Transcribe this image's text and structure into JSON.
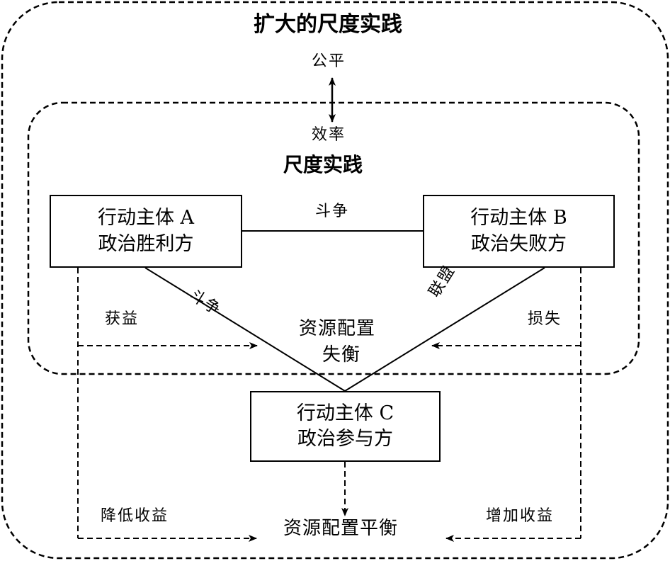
{
  "outer_title": "扩大的尺度实践",
  "inner_title": "尺度实践",
  "fairness": "公平",
  "efficiency": "效率",
  "actor_a": {
    "line1": "行动主体 A",
    "line2": "政治胜利方"
  },
  "actor_b": {
    "line1": "行动主体 B",
    "line2": "政治失败方"
  },
  "actor_c": {
    "line1": "行动主体 C",
    "line2": "政治参与方"
  },
  "struggle_top": "斗争",
  "struggle_diag": "斗争",
  "alliance": "联盟",
  "gain": "获益",
  "loss": "损失",
  "imbalance_line1": "资源配置",
  "imbalance_line2": "失衡",
  "reduce_benefit": "降低收益",
  "increase_benefit": "增加收益",
  "balance": "资源配置平衡"
}
